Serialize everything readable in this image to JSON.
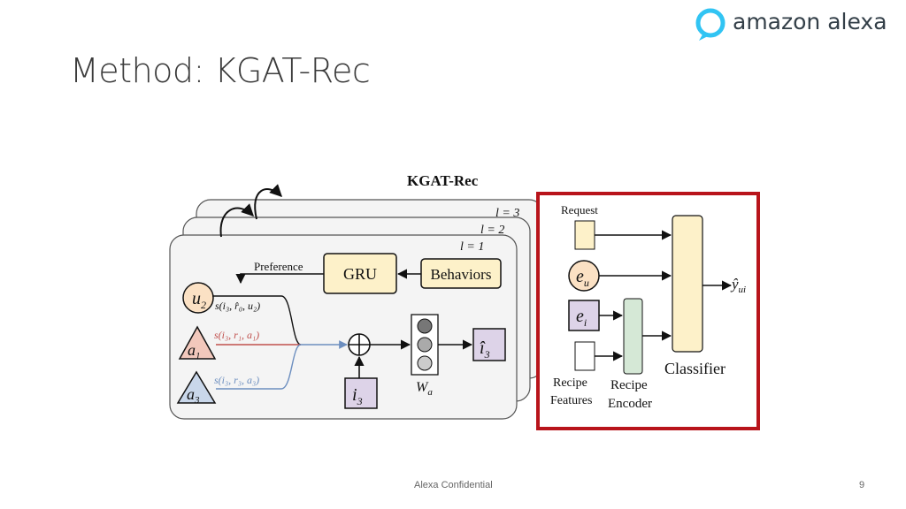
{
  "slide": {
    "title": "Method: KGAT-Rec",
    "footer_confidential": "Alexa Confidential",
    "page_number": "9"
  },
  "logo": {
    "text": "amazon alexa",
    "icon": "alexa-ring-icon",
    "color": "#31c4f3"
  },
  "diagram": {
    "title": "KGAT-Rec",
    "layers": [
      "l = 3",
      "l = 2",
      "l = 1"
    ],
    "nodes": {
      "gru": "GRU",
      "behaviors": "Behaviors",
      "preference": "Preference",
      "u2": "u",
      "u2_sub": "2",
      "a1": "a",
      "a1_sub": "1",
      "a3": "a",
      "a3_sub": "3",
      "i3": "i",
      "i3_sub": "3",
      "i3hat": "î",
      "i3hat_sub": "3",
      "wa": "W",
      "wa_sub": "a"
    },
    "edge_labels": {
      "s_u2": "s(i₃, r̂₀, u₂)",
      "s_a1": "s(i₃, r₁, a₁)",
      "s_a3": "s(i₃, r₃, a₃)"
    },
    "classifier_block": {
      "request": "Request",
      "eu": "e",
      "eu_sub": "u",
      "ei": "e",
      "ei_sub": "i",
      "recipe_features_line1": "Recipe",
      "recipe_features_line2": "Features",
      "recipe_encoder_line1": "Recipe",
      "recipe_encoder_line2": "Encoder",
      "classifier": "Classifier",
      "output": "ŷ",
      "output_sub": "ui"
    },
    "colors": {
      "highlight_border": "#b8141b",
      "u_node": "#fbe1c4",
      "a1_node": "#f2c8bc",
      "a3_node": "#c9d7ea",
      "item_node": "#ddd3e8",
      "encoder": "#d5e8d6",
      "classifier": "#fdf1c9",
      "red_edge": "#c0504d",
      "blue_edge": "#6c8ebf"
    }
  }
}
